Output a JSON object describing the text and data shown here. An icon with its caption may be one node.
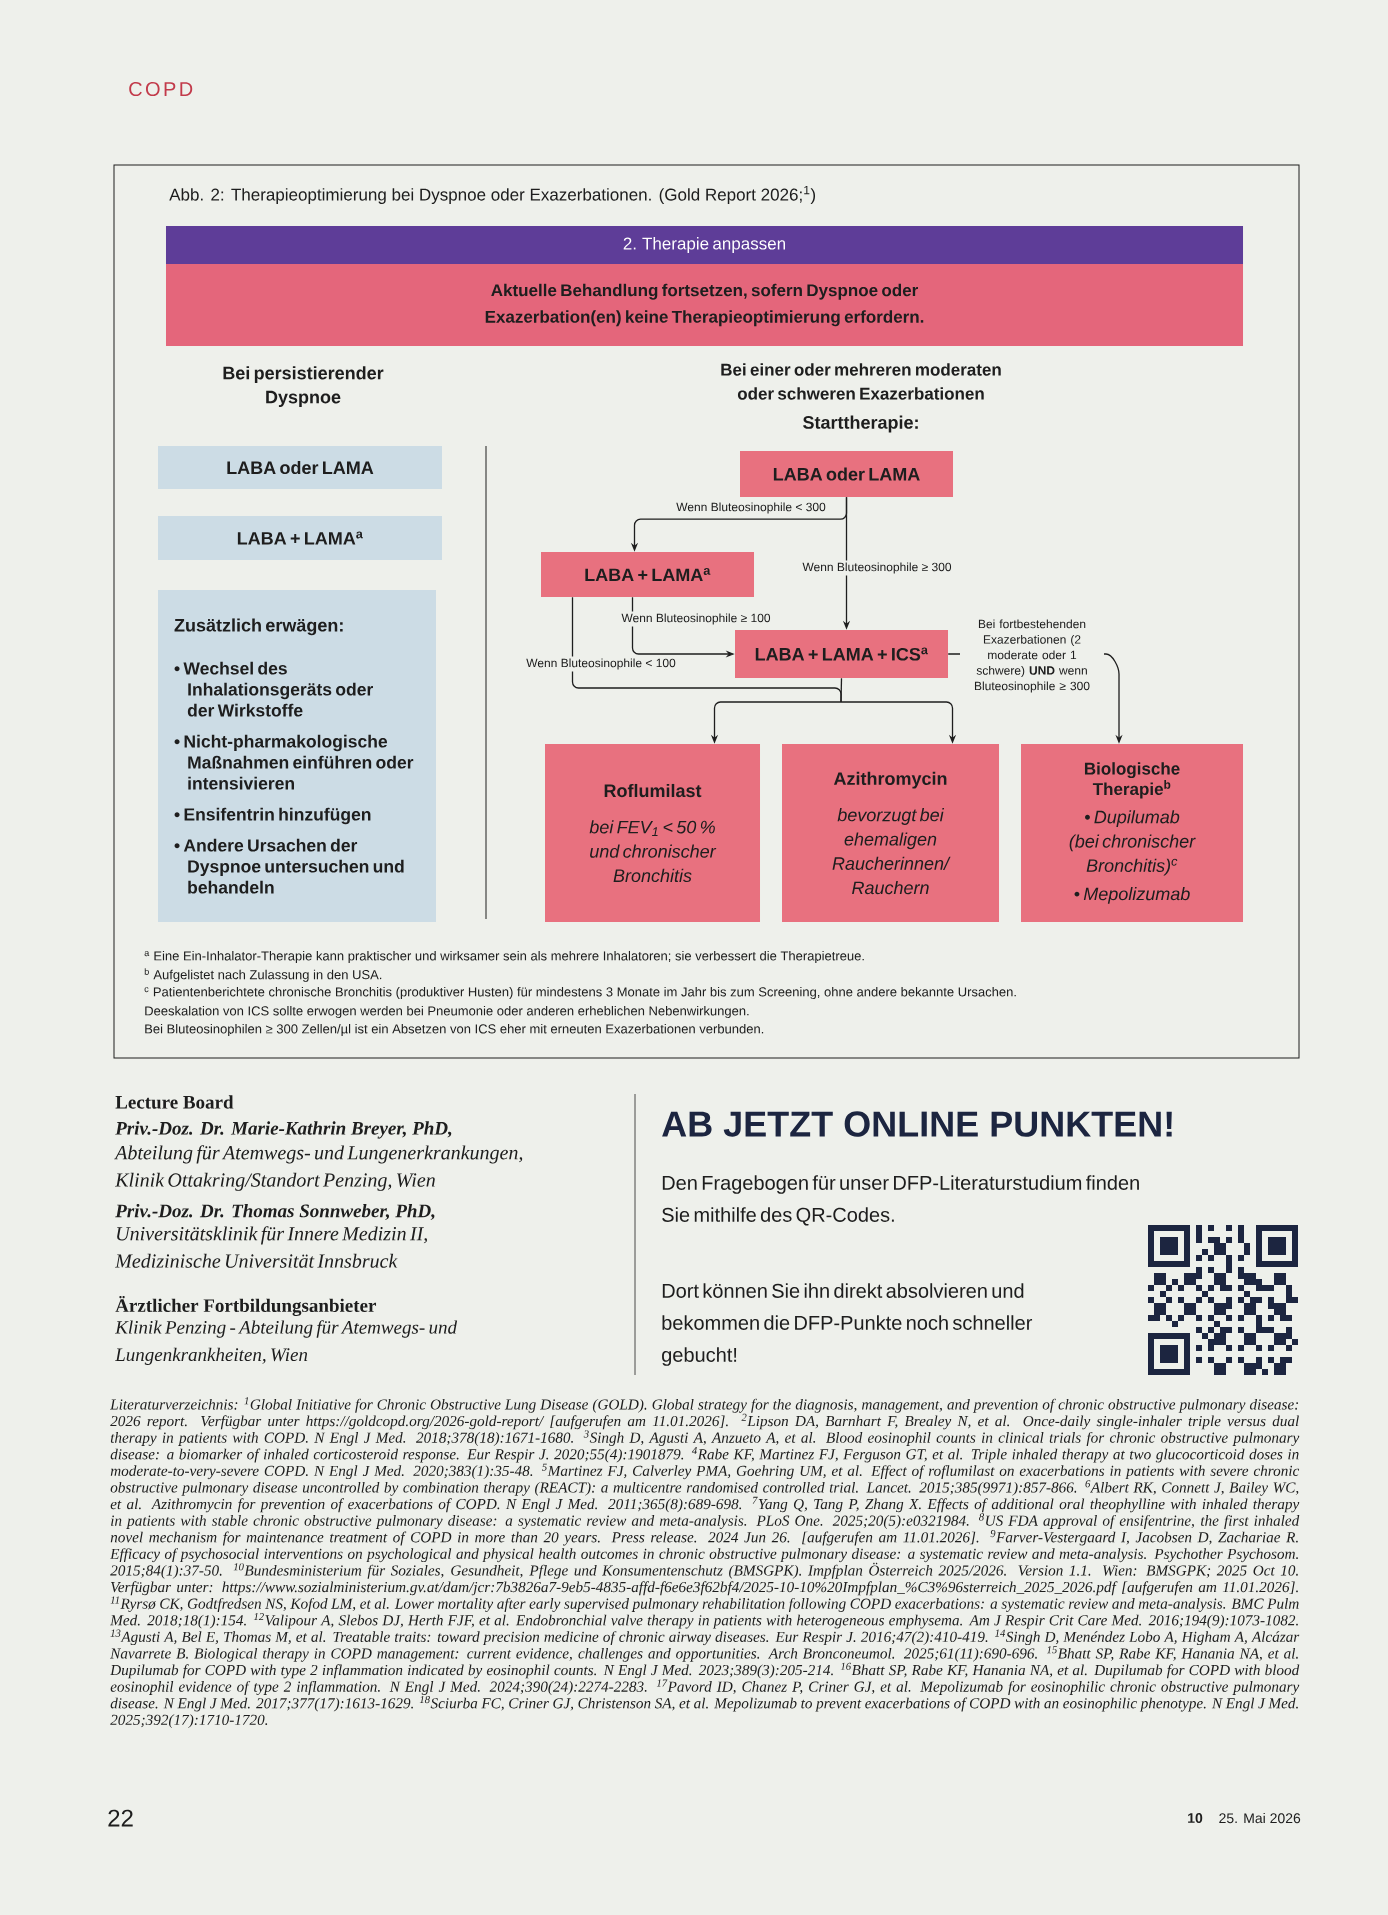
{
  "diagram": {
    "title": "Abb. 2: Therapieoptimierung bei Dyspnoe oder Exazerbationen. (Gold Report 2026;$^{1}$)",
    "nodes": [
      {
        "text": [
          "2. Therapie anpassen"
        ]
      },
      {
        "text": [
          "Aktuelle Behandlung fortsetzen, sofern Dyspnoe oder Exazerbation(en) keine Therapieoptimierung erfordern."
        ]
      },
      {
        "text": [
          "LABA oder LAMA"
        ]
      },
      {
        "text": [
          "LABA + LAMA$^{a}$"
        ]
      },
      {
        "text": [
          "Zusätzlich erwägen:",
          "• Wechsel des Inhalationsgeräts oder der Wirkstoffe",
          "• Nicht-pharmakologische Maßnahmen einführen oder intensivieren",
          "• Ensifentrin hinzufügen",
          "• Andere Ursachen der Dyspnoe untersuchen und behandeln"
        ]
      },
      {
        "text": [
          "LABA oder LAMA"
        ]
      },
      {
        "text": [
          "LABA + LAMA$^{a}$"
        ]
      },
      {
        "text": [
          "LABA + LAMA + ICS$^{a}$"
        ]
      },
      {
        "text": [
          "Roflumilast",
          "bei FEV$_{1}$ < 50 % und chronischer Bronchitis"
        ]
      },
      {
        "text": [
          "Azithromycin",
          "bevorzugt bei ehemaligen Raucherinnen/ Rauchern"
        ]
      },
      {
        "text": [
          "Biologische Therapie$^{b}$",
          "• Dupilumab (bei chronischer Bronchitis)$^{c}$",
          "• Mepolizumab"
        ]
      }
    ],
    "edges": [
      {
        "from": 5,
        "to": 6,
        "arrow": "to",
        "label": "Wenn Bluteosinophile < 300"
      },
      {
        "from": 5,
        "to": 7,
        "arrow": "to",
        "label": "Wenn Bluteosinophile ≥ 300"
      },
      {
        "from": 6,
        "to": 7,
        "arrow": "to",
        "label": "Wenn Bluteosinophile ≥ 100"
      },
      {
        "from": 6,
        "to": 8,
        "arrow": "to",
        "label": "Wenn Bluteosinophile < 100"
      },
      {
        "from": 6,
        "to": 9,
        "arrow": "to"
      },
      {
        "from": 7,
        "to": 8,
        "arrow": "to"
      },
      {
        "from": 7,
        "to": 9,
        "arrow": "to"
      },
      {
        "from": 7,
        "to": 10,
        "arrow": "to",
        "label": "Bei fortbestehenden Exazerbationen (2 moderate oder 1 schwere) **UND** wenn Bluteosinophile ≥ 300"
      }
    ],
    "labels": [
      "COPD",
      "Bei persistierender Dyspnoe",
      "Bei einer oder mehreren moderaten oder schweren Exazerbationen",
      "Starttherapie:",
      "$^{a}$ Eine Ein-Inhalator-Therapie kann praktischer und wirksamer sein als mehrere Inhalatoren; sie verbessert die Therapietreue.",
      "$^{b}$ Aufgelistet nach Zulassung in den USA.",
      "$^{c}$ Patientenberichtete chronische Bronchitis (produktiver Husten) für mindestens 3 Monate im Jahr bis zum Screening, ohne andere bekannte Ursachen.",
      "Deeskalation von ICS sollte erwogen werden bei Pneumonie oder anderen erheblichen Nebenwirkungen.",
      "Bei Bluteosinophilen ≥ 300 Zellen/µl ist ein Absetzen von ICS eher mit erneuten Exazerbationen verbunden.",
      "Lecture Board",
      "Priv.-Doz. Dr. Marie-Kathrin Breyer, PhD,",
      "Abteilung für Atemwegs- und Lungenerkrankungen, Klinik Ottakring/Standort Penzing, Wien",
      "Priv.-Doz. Dr. Thomas Sonnweber, PhD,",
      "Universitätsklinik für Innere Medizin II, Medizinische Universität Innsbruck",
      "Ärztlicher Fortbildungsanbieter",
      "Klinik Penzing - Abteilung für Atemwegs- und Lungenkrankheiten, Wien",
      "AB JETZT ONLINE PUNKTEN!",
      "Den Fragebogen für unser DFP-Literaturstudium finden Sie mithilfe des QR-Codes.",
      "Dort können Sie ihn direkt absolvieren und bekommen die DFP-Punkte noch schneller gebucht!",
      "Literaturverzeichnis: $^{1}$Global Initiative for Chronic Obstructive Lung Disease (GOLD). Global strategy for the diagnosis, management, and prevention of chronic obstructive pulmonary disease: 2026 report. Verfügbar unter https://goldcopd.org/2026-gold-report/ [aufgerufen am 11.01.2026]. $^{2}$Lipson DA, Barnhart F, Brealey N, et al. Once-daily single-inhaler triple versus dual therapy in patients with COPD. N Engl J Med. 2018;378(18):1671-1680. $^{3}$Singh D, Agusti A, Anzueto A, et al. Blood eosinophil counts in clinical trials for chronic obstructive pulmonary disease: a biomarker of inhaled corticosteroid response. Eur Respir J. 2020;55(4):1901879. $^{4}$Rabe KF, Martinez FJ, Ferguson GT, et al. Triple inhaled therapy at two glucocorticoid doses in moderate-to-very-severe COPD. N Engl J Med. 2020;383(1):35-48. $^{5}$Martinez FJ, Calverley PMA, Goehring UM, et al. Effect of roflumilast on exacerbations in patients with severe chronic obstructive pulmonary disease uncontrolled by combination therapy (REACT): a multicentre randomised controlled trial. Lancet. 2015;385(9971):857-866. $^{6}$Albert RK, Connett J, Bailey WC, et al. Azithromycin for prevention of exacerbations of COPD. N Engl J Med. 2011;365(8):689-698. $^{7}$Yang Q, Tang P, Zhang X. Effects of additional oral theophylline with inhaled therapy in patients with stable chronic obstructive pulmonary disease: a systematic review and meta-analysis. PLoS One. 2025;20(5):e0321984. $^{8}$US FDA approval of ensifentrine, the first inhaled novel mechanism for maintenance treatment of COPD in more than 20 years. Press release. 2024 Jun 26. [aufgerufen am 11.01.2026]. $^{9}$Farver-Vestergaard I, Jacobsen D, Zachariae R. Efficacy of psychosocial interventions on psychological and physical health outcomes in chronic obstructive pulmonary disease: a systematic review and meta-analysis. Psychother Psychosom. 2015;84(1):37-50. $^{10}$Bundesministerium für Soziales, Gesundheit, Pflege und Konsumentenschutz (BMSGPK). Impfplan Österreich 2025/2026. Version 1.1. Wien: BMSGPK; 2025 Oct 10. Verfügbar unter: https://www.sozialministerium.gv.at/dam/jcr:7b3826a7-9eb5-4835-affd-f6e6e3f62bf4/2025-10-10%20Impfplan_%C3%96sterreich_2025_2026.pdf [aufgerufen am 11.01.2026]. $^{11}$Ryrsø CK, Godtfredsen NS, Kofod LM, et al. Lower mortality after early supervised pulmonary rehabilitation following COPD exacerbations: a systematic review and meta-analysis. BMC Pulm Med. 2018;18(1):154. $^{12}$Valipour A, Slebos DJ, Herth FJF, et al. Endobronchial valve therapy in patients with heterogeneous emphysema. Am J Respir Crit Care Med. 2016;194(9):1073-1082. $^{13}$Agusti A, Bel E, Thomas M, et al. Treatable traits: toward precision medicine of chronic airway diseases. Eur Respir J. 2016;47(2):410-419. $^{14}$Singh D, Menéndez Lobo A, Higham A, Alcázar Navarrete B. Biological therapy in COPD management: current evidence, challenges and opportunities. Arch Bronconeumol. 2025;61(11):690-696. $^{15}$Bhatt SP, Rabe KF, Hanania NA, et al. Dupilumab for COPD with type 2 inflammation indicated by eosinophil counts. N Engl J Med. 2023;389(3):205-214. $^{16}$Bhatt SP, Rabe KF, Hanania NA, et al. Dupilumab for COPD with blood eosinophil evidence of type 2 inflammation. N Engl J Med. 2024;390(24):2274-2283. $^{17}$Pavord ID, Chanez P, Criner GJ, et al. Mepolizumab for eosinophilic chronic obstructive pulmonary disease. N Engl J Med. 2017;377(17):1613-1629. $^{18}$Sciurba FC, Criner GJ, Christenson SA, et al. Mepolizumab to prevent exacerbations of COPD with an eosinophilic phenotype. N Engl J Med. 2025;392(17):1710-1720.",
      "22",
      "10",
      "25. Mai 2026"
    ]
  }
}
